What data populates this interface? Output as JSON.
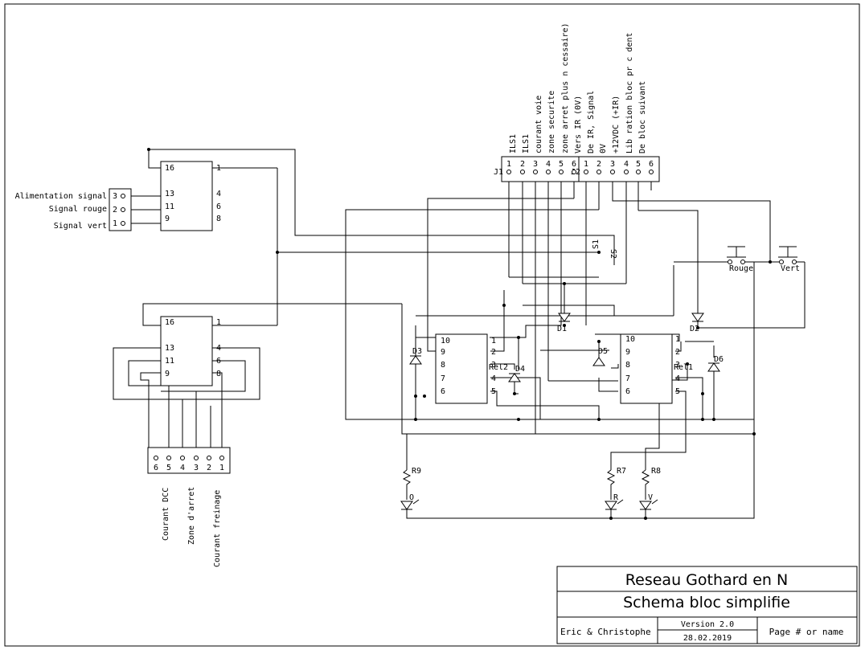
{
  "title_block": {
    "title": "Reseau Gothard en N",
    "subtitle": "Schema bloc simplifie",
    "authors": "Eric & Christophe",
    "version": "Version 2.0",
    "date": "28.02.2019",
    "page": "Page # or name"
  },
  "connector_j1": {
    "ref": "J1",
    "pins": [
      "1",
      "2",
      "3",
      "4",
      "5",
      "6"
    ],
    "labels": [
      "ILS1",
      "ILS1",
      "courant voie",
      "zone securite",
      "zone arret plus n cessaire)",
      "Vers IR (0V)"
    ]
  },
  "connector_j2": {
    "ref": "J2",
    "pins": [
      "1",
      "2",
      "3",
      "4",
      "5",
      "6"
    ],
    "labels": [
      "De IR, Signal",
      "0V",
      "+12VDC (+IR)",
      "Lib ration bloc pr c dent",
      "De bloc suivant"
    ]
  },
  "connector_signal": {
    "pins": [
      "3",
      "2",
      "1"
    ],
    "labels": [
      "Alimentation signal",
      "Signal rouge",
      "Signal vert"
    ]
  },
  "connector_track": {
    "pins": [
      "6",
      "5",
      "4",
      "3",
      "2",
      "1"
    ],
    "labels": [
      "Courant DCC",
      "Zone d'arret",
      "Courant freinage"
    ]
  },
  "relay_top": {
    "pins": [
      "16",
      "13",
      "11",
      "9",
      "1",
      "4",
      "6",
      "8"
    ]
  },
  "relay_mid": {
    "pins": [
      "16",
      "13",
      "11",
      "9",
      "1",
      "4",
      "6",
      "8"
    ]
  },
  "relay_rel2": {
    "ref": "Rel2",
    "pins": [
      "10",
      "9",
      "8",
      "7",
      "6",
      "1",
      "2",
      "3",
      "4",
      "5"
    ]
  },
  "relay_rel1": {
    "ref": "Rel1",
    "pins": [
      "10",
      "9",
      "8",
      "7",
      "6",
      "1",
      "2",
      "3",
      "4",
      "5"
    ]
  },
  "switches": {
    "s1": "S1",
    "s2": "S2",
    "rouge": "Rouge",
    "vert": "Vert"
  },
  "diodes": [
    "D1",
    "D2",
    "D3",
    "D4",
    "D5",
    "D6"
  ],
  "resistors": [
    "R9",
    "R7",
    "R8"
  ],
  "leds": [
    "O",
    "R",
    "V"
  ]
}
